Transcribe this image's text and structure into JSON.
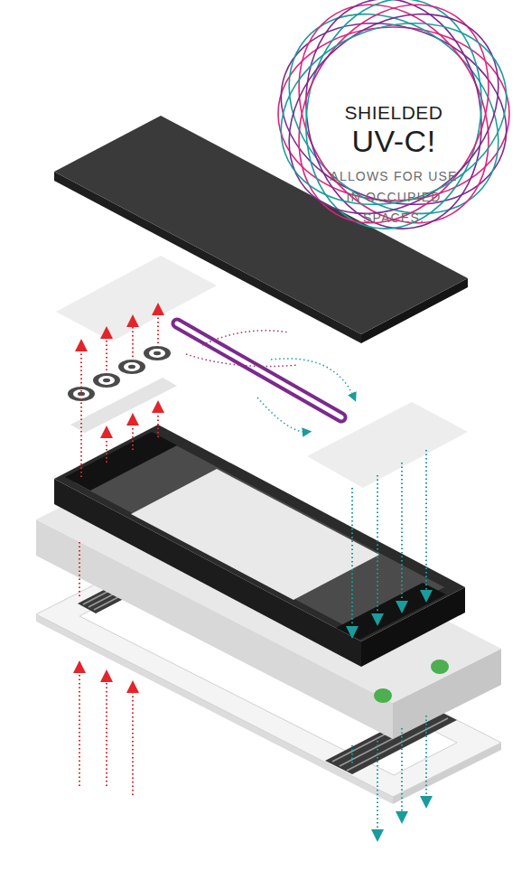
{
  "diagram": {
    "nodes": [
      {
        "text": [
          "SHIELDED",
          "UV-C!",
          "ALLOWS FOR USE IN OCCUPIED SPACES."
        ]
      }
    ]
  }
}
